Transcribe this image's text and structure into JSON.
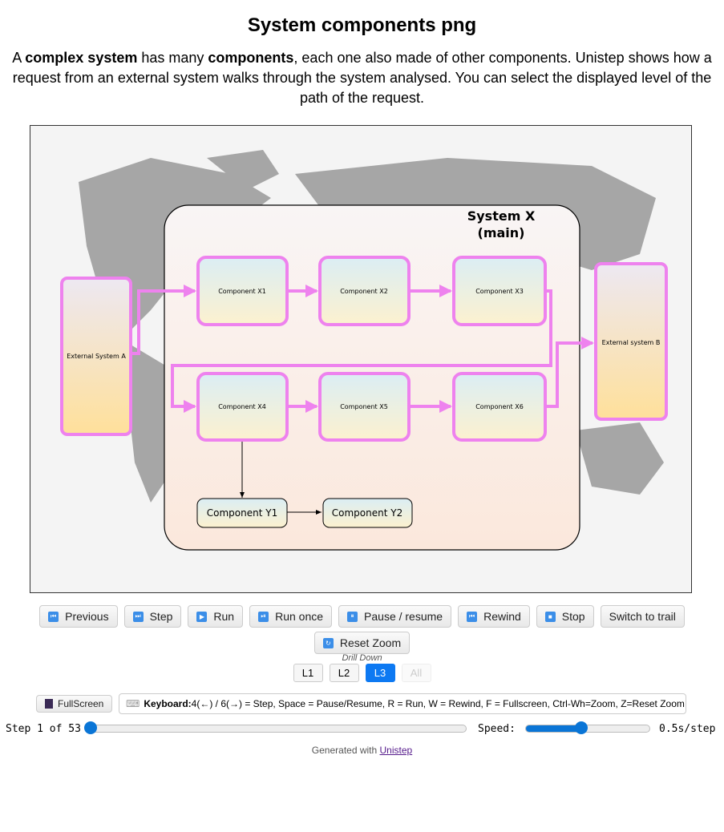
{
  "title": "System components png",
  "intro": {
    "p1": "A ",
    "b1": "complex system",
    "p2": " has many ",
    "b2": "components",
    "p3": ", each one also made of other components. Unistep shows how a request from an external system walks through the system analysed. You can select the displayed level of the path of the request."
  },
  "diagram": {
    "system_title": "System X",
    "system_subtitle": "(main)",
    "external_a": "External System A",
    "external_b": "External system B",
    "components": {
      "x1": "Component X1",
      "x2": "Component X2",
      "x3": "Component X3",
      "x4": "Component X4",
      "x5": "Component X5",
      "x6": "Component X6",
      "y1": "Component Y1",
      "y2": "Component Y2"
    },
    "colors": {
      "highlight": "#ee82ee",
      "map": "#a6a6a6"
    }
  },
  "controls": {
    "previous": "Previous",
    "step": "Step",
    "run": "Run",
    "run_once": "Run once",
    "pause": "Pause / resume",
    "rewind": "Rewind",
    "stop": "Stop",
    "switch_trail": "Switch to trail",
    "reset_zoom": "Reset Zoom"
  },
  "drill": {
    "label": "Drill Down",
    "levels": [
      "L1",
      "L2",
      "L3",
      "All"
    ],
    "active": "L3"
  },
  "fullscreen": "FullScreen",
  "keyboard": {
    "label": "Keyboard:",
    "text": "4(←) / 6(→) = Step, Space = Pause/Resume, R = Run, W = Rewind, F = Fullscreen, Ctrl-Wh=Zoom, Z=Reset Zoom"
  },
  "step": {
    "text": "Step 1 of 53",
    "current": 1,
    "total": 53
  },
  "speed": {
    "label": "Speed:",
    "value_text": "0.5s/step",
    "fraction": 0.45
  },
  "footer": {
    "text": "Generated with ",
    "link": "Unistep"
  }
}
